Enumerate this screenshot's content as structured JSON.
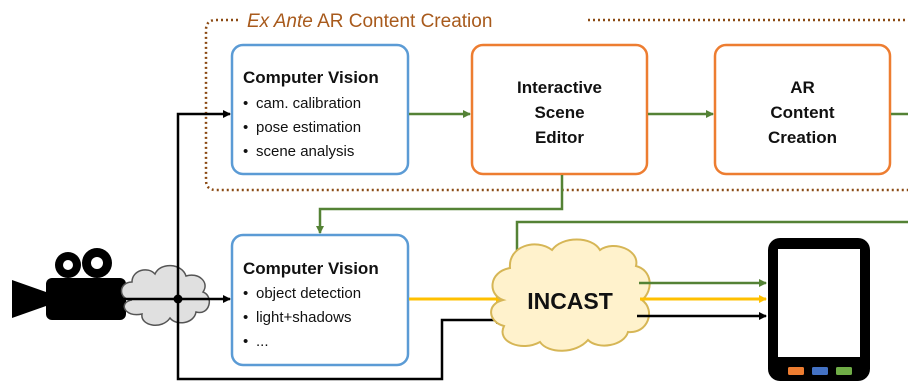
{
  "group": {
    "label_em": "Ex Ante",
    "label_rest": " AR Content Creation",
    "border_color": "#8b4a13"
  },
  "cv_top": {
    "title": "Computer Vision",
    "items": [
      "cam. calibration",
      "pose estimation",
      "scene analysis"
    ]
  },
  "scene_editor": {
    "lines": [
      "Interactive",
      "Scene",
      "Editor"
    ]
  },
  "ar_content": {
    "lines": [
      "AR",
      "Content",
      "Creation"
    ]
  },
  "cv_bottom": {
    "title": "Computer Vision",
    "items": [
      "object detection",
      "light+shadows",
      "..."
    ]
  },
  "incast": {
    "label": "INCAST"
  },
  "colors": {
    "blue_box": "#5b9bd5",
    "orange_box": "#ed7d31",
    "green_arrow": "#548235",
    "yellow_arrow": "#ffc000",
    "black_arrow": "#000000",
    "cloud_fill": "#fff2cc",
    "cloud_stroke": "#d6b656",
    "small_cloud_fill": "#e0e0e0",
    "tablet_buttons": [
      "#ed7d31",
      "#4472c4",
      "#70ad47"
    ]
  },
  "icons": {
    "camera": "video-camera-icon",
    "cloud": "cloud-icon",
    "tablet": "tablet-icon"
  }
}
